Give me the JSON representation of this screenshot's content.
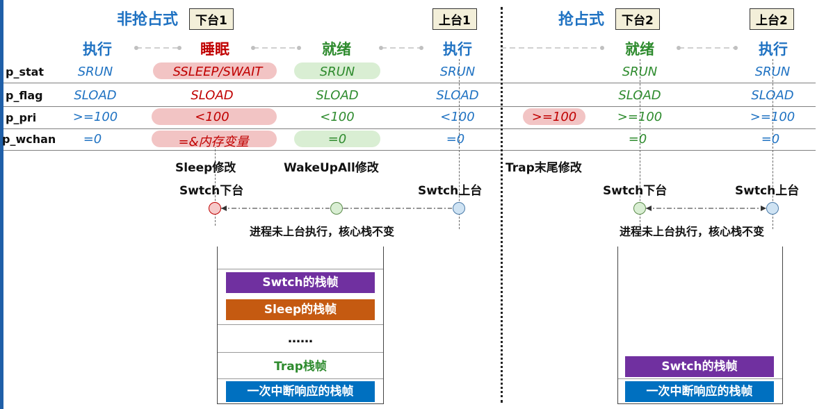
{
  "titles": {
    "non_preemptive": "非抢占式",
    "preemptive": "抢占式"
  },
  "tags": {
    "down1": "下台1",
    "up1": "上台1",
    "down2": "下台2",
    "up2": "上台2"
  },
  "states": {
    "exec1": "执行",
    "sleep": "睡眠",
    "ready1": "就绪",
    "exec2": "执行",
    "ready2": "就绪",
    "exec3": "执行"
  },
  "row_labels": {
    "stat": "p_stat",
    "flag": "p_flag",
    "pri": "p_pri",
    "wchan": "p_wchan"
  },
  "stat": {
    "c1": "SRUN",
    "c2": "SSLEEP/SWAIT",
    "c3": "SRUN",
    "c4": "SRUN",
    "c6": "SRUN",
    "c7": "SRUN"
  },
  "flag": {
    "c1": "SLOAD",
    "c2": "SLOAD",
    "c3": "SLOAD",
    "c4": "SLOAD",
    "c6": "SLOAD",
    "c7": "SLOAD"
  },
  "pri": {
    "c1": ">=100",
    "c2": "<100",
    "c3": "<100",
    "c4": "<100",
    "c5": ">=100",
    "c6": ">=100",
    "c7": ">=100"
  },
  "wchan": {
    "c1": "=0",
    "c2": "=&内存变量",
    "c3": "=0",
    "c4": "=0",
    "c6": "=0",
    "c7": "=0"
  },
  "notes": {
    "sleep_mod": "Sleep修改",
    "wakeup_mod": "WakeUpAll修改",
    "trap_mod": "Trap末尾修改",
    "swtch_down1": "Swtch下台",
    "swtch_up1": "Swtch上台",
    "swtch_down2": "Swtch下台",
    "swtch_up2": "Swtch上台",
    "kstack1": "进程未上台执行，核心栈不变",
    "kstack2": "进程未上台执行，核心栈不变"
  },
  "stack1": {
    "f1": "Swtch的栈帧",
    "f2": "Sleep的栈帧",
    "dots": "……",
    "f3": "Trap栈帧",
    "f4": "一次中断响应的栈帧"
  },
  "stack2": {
    "f1": "Swtch的栈帧",
    "f2": "一次中断响应的栈帧"
  },
  "colors": {
    "purple": "#7030a0",
    "orange": "#c55a11",
    "blue": "#0070c0",
    "green": "#2e8b2e",
    "red": "#c00000"
  }
}
